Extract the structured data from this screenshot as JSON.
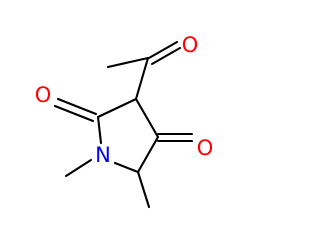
{
  "molecule": {
    "atoms": {
      "o_acetyl": {
        "symbol": "O",
        "color": "#ff0000"
      },
      "o_left": {
        "symbol": "O",
        "color": "#ff0000"
      },
      "o_right": {
        "symbol": "O",
        "color": "#ff0000"
      },
      "n_ring": {
        "symbol": "N",
        "color": "#0000ff"
      }
    }
  }
}
